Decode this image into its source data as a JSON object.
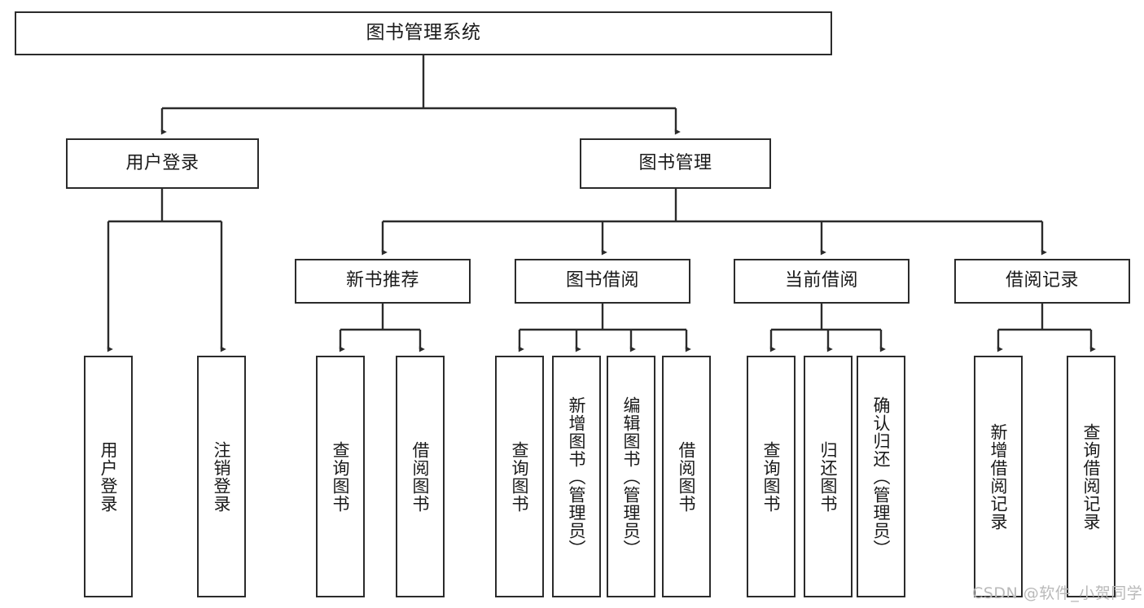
{
  "diagram": {
    "title": "图书管理系统",
    "type": "tree-hierarchy",
    "watermark": "CSDN @软件_小贺同学",
    "stroke_color": "#2b2b2b",
    "fill_color": "#ffffff",
    "text_color": "#1a1a1a",
    "watermark_color": "#b9b9b9"
  },
  "nodes": {
    "root": {
      "label": "图书管理系统",
      "level": 1,
      "orientation": "horizontal"
    },
    "level2": [
      {
        "id": "user-login",
        "label": "用户登录",
        "orientation": "horizontal"
      },
      {
        "id": "book-management",
        "label": "图书管理",
        "orientation": "horizontal"
      }
    ],
    "level3": [
      {
        "id": "new-book-recommend",
        "label": "新书推荐",
        "orientation": "horizontal"
      },
      {
        "id": "book-borrow",
        "label": "图书借阅",
        "orientation": "horizontal"
      },
      {
        "id": "current-borrow",
        "label": "当前借阅",
        "orientation": "horizontal"
      },
      {
        "id": "borrow-record",
        "label": "借阅记录",
        "orientation": "horizontal"
      }
    ],
    "leaves": [
      {
        "id": "leaf-user-login",
        "label": "用户登录",
        "parent": "user-login",
        "orientation": "vertical"
      },
      {
        "id": "leaf-logout-login",
        "label": "注销登录",
        "parent": "user-login",
        "orientation": "vertical"
      },
      {
        "id": "leaf-query-book-1",
        "label": "查询图书",
        "parent": "new-book-recommend",
        "orientation": "vertical"
      },
      {
        "id": "leaf-borrow-book-1",
        "label": "借阅图书",
        "parent": "new-book-recommend",
        "orientation": "vertical"
      },
      {
        "id": "leaf-query-book-2",
        "label": "查询图书",
        "parent": "book-borrow",
        "orientation": "vertical"
      },
      {
        "id": "leaf-add-book",
        "label": "新增图书（管理员）",
        "parent": "book-borrow",
        "orientation": "vertical"
      },
      {
        "id": "leaf-edit-book",
        "label": "编辑图书（管理员）",
        "parent": "book-borrow",
        "orientation": "vertical"
      },
      {
        "id": "leaf-borrow-book-2",
        "label": "借阅图书",
        "parent": "book-borrow",
        "orientation": "vertical"
      },
      {
        "id": "leaf-query-book-3",
        "label": "查询图书",
        "parent": "current-borrow",
        "orientation": "vertical"
      },
      {
        "id": "leaf-return-book",
        "label": "归还图书",
        "parent": "current-borrow",
        "orientation": "vertical"
      },
      {
        "id": "leaf-confirm-return",
        "label": "确认归还（管理员）",
        "parent": "current-borrow",
        "orientation": "vertical"
      },
      {
        "id": "leaf-add-record",
        "label": "新增借阅记录",
        "parent": "borrow-record",
        "orientation": "vertical"
      },
      {
        "id": "leaf-query-record",
        "label": "查询借阅记录",
        "parent": "borrow-record",
        "orientation": "vertical"
      }
    ]
  }
}
